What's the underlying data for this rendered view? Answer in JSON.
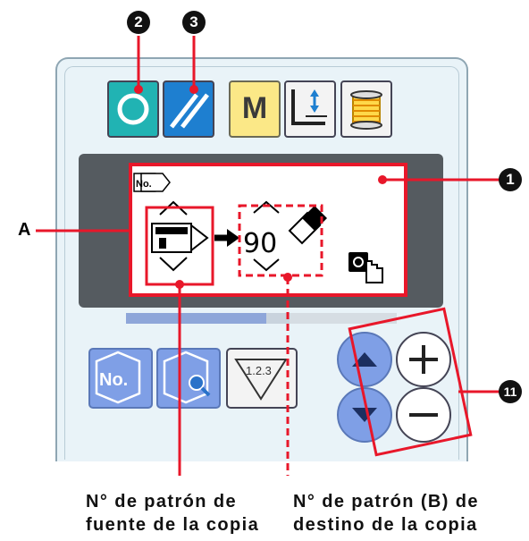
{
  "callouts": {
    "n2": "2",
    "n3": "3",
    "n1": "1",
    "n11": "11",
    "a": "A"
  },
  "buttons": {
    "mode_letter": "M"
  },
  "lcd": {
    "pattern_dest_number": "90",
    "no_icon_label": "No.",
    "step_label": "1.2.3"
  },
  "captions": {
    "left_line1": "N° de patrón de",
    "left_line2": "fuente de la copia",
    "right_line1": "N° de patrón (B) de",
    "right_line2": "destino de la copia"
  },
  "colors": {
    "callout_red": "#e8172a",
    "ready_key": "#21b3b3",
    "reset_key": "#1e7fd0",
    "mode_key": "#fbe887",
    "lcd_frame": "#555b60",
    "blue_key": "#7f9fe6"
  }
}
